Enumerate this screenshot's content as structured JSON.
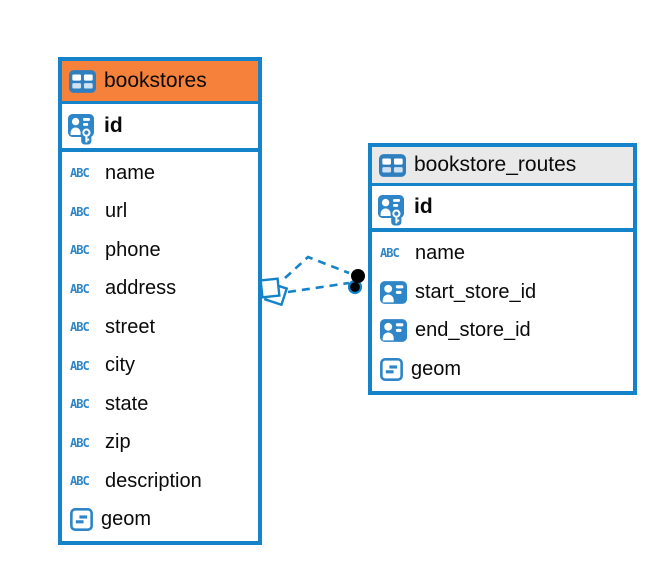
{
  "canvas": {
    "background": "#ffffff"
  },
  "colors": {
    "table_border": "#1583C9",
    "bookstores_header_bg": "#F6813B",
    "routes_header_bg": "#E9E9E9",
    "icon_blue": "#2E86C8",
    "connector_blue": "#1583C9",
    "text": "#0a0a0a"
  },
  "icons": {
    "abc_label": "ABC"
  },
  "tables": [
    {
      "name": "bookstores",
      "primary_key": {
        "name": "id",
        "icon": "primary-key-icon"
      },
      "columns": [
        {
          "name": "name",
          "icon": "text-abc-icon"
        },
        {
          "name": "url",
          "icon": "text-abc-icon"
        },
        {
          "name": "phone",
          "icon": "text-abc-icon"
        },
        {
          "name": "address",
          "icon": "text-abc-icon"
        },
        {
          "name": "street",
          "icon": "text-abc-icon"
        },
        {
          "name": "city",
          "icon": "text-abc-icon"
        },
        {
          "name": "state",
          "icon": "text-abc-icon"
        },
        {
          "name": "zip",
          "icon": "text-abc-icon"
        },
        {
          "name": "description",
          "icon": "text-abc-icon"
        },
        {
          "name": "geom",
          "icon": "geometry-icon"
        }
      ]
    },
    {
      "name": "bookstore_routes",
      "primary_key": {
        "name": "id",
        "icon": "primary-key-icon"
      },
      "columns": [
        {
          "name": "name",
          "icon": "text-abc-icon"
        },
        {
          "name": "start_store_id",
          "icon": "foreign-key-icon"
        },
        {
          "name": "end_store_id",
          "icon": "foreign-key-icon"
        },
        {
          "name": "geom",
          "icon": "geometry-icon"
        }
      ]
    }
  ],
  "relationship": {
    "from_table": "bookstores",
    "to_table": "bookstore_routes",
    "line_style": "dashed"
  }
}
